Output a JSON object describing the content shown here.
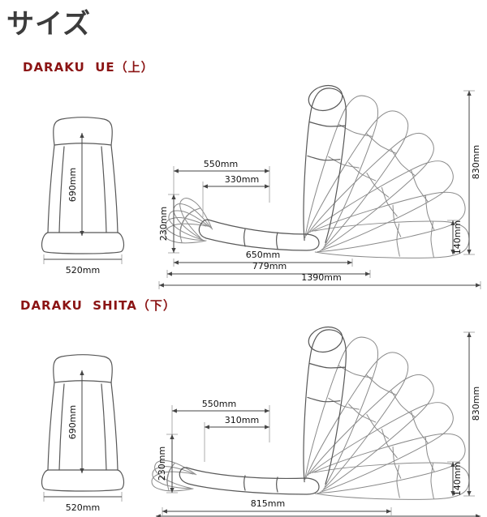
{
  "page_title": "サイズ",
  "colors": {
    "section_label": "#8b1414",
    "title": "#3c3c3c",
    "line": "#585858"
  },
  "sections": [
    {
      "id": "daraku-ue",
      "label": "DARAKU  UE（上）",
      "front": {
        "height": "690mm",
        "width": "520mm"
      },
      "side": {
        "top_depth": "550mm",
        "inner_depth": "330mm",
        "seat_height": "230mm",
        "total_height": "830mm",
        "reclined_height": "140mm",
        "bottom_dims": [
          "650mm",
          "779mm",
          "1390mm"
        ]
      }
    },
    {
      "id": "daraku-shita",
      "label": "DARAKU  SHITA（下）",
      "front": {
        "height": "690mm",
        "width": "520mm"
      },
      "side": {
        "top_depth": "550mm",
        "inner_depth": "310mm",
        "seat_height": "230mm",
        "total_height": "830mm",
        "reclined_height": "140mm",
        "bottom_dims": [
          "815mm"
        ]
      }
    }
  ]
}
